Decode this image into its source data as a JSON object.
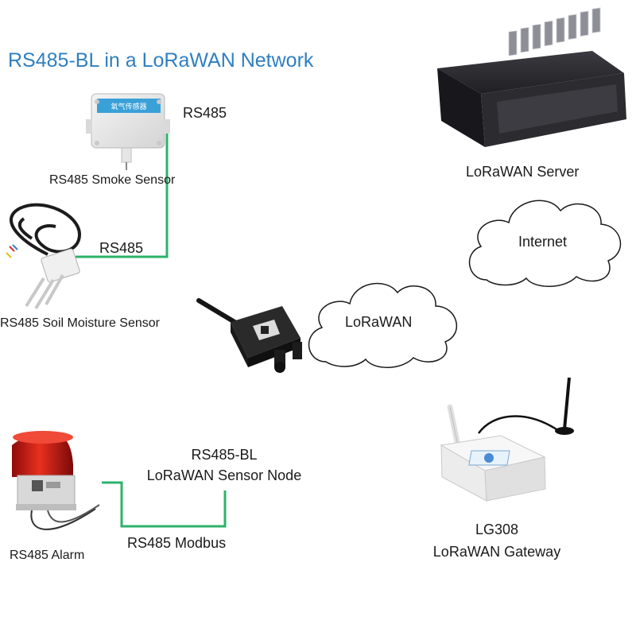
{
  "title": "RS485-BL in a LoRaWAN Network",
  "labels": {
    "rs485_top": "RS485",
    "smoke_sensor": "RS485 Smoke Sensor",
    "rs485_mid": "RS485",
    "soil_sensor": "RS485 Soil Moisture Sensor",
    "node_line1": "RS485-BL",
    "node_line2": "LoRaWAN Sensor Node",
    "modbus": "RS485 Modbus",
    "alarm": "RS485 Alarm",
    "lorawan_cloud": "LoRaWAN",
    "internet_cloud": "Internet",
    "server": "LoRaWAN Server",
    "gateway_line1": "LG308",
    "gateway_line2": "LoRaWAN Gateway"
  },
  "smoke_sensor_sticker": "氧气传感器",
  "colors": {
    "title": "#2f7fc0",
    "wire": "#2db36a",
    "text": "#1a1a1a"
  },
  "icons": [
    "smoke-sensor-icon",
    "soil-moisture-sensor-icon",
    "sensor-node-icon",
    "alarm-icon",
    "lorawan-cloud-icon",
    "internet-cloud-icon",
    "server-icon",
    "gateway-icon"
  ]
}
